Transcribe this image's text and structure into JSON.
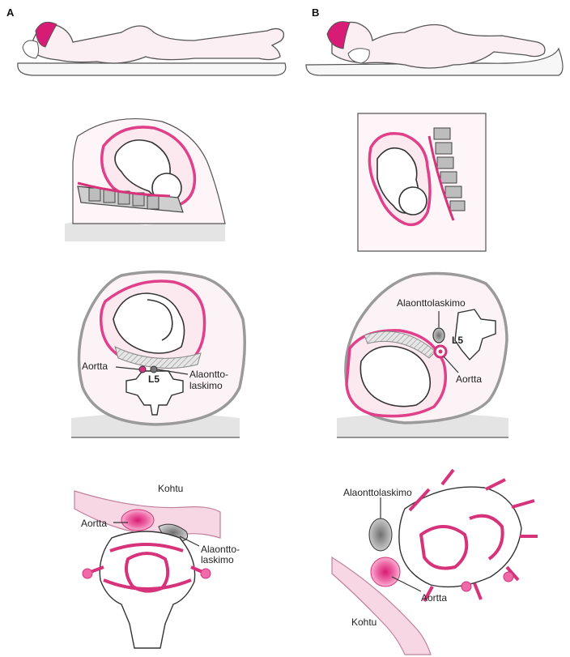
{
  "panels": {
    "a": "A",
    "b": "B"
  },
  "labels": {
    "aortta_a": "Aortta",
    "alaontto_a_1": "Alaontto-",
    "alaontto_a_2": "laskimo",
    "l5_a": "L5",
    "alaontto_b": "Alaonttolaskimo",
    "l5_b": "L5",
    "aortta_b": "Aortta",
    "kohtu_a": "Kohtu",
    "aortta_a2": "Aortta",
    "alaontto_a2_1": "Alaontto-",
    "alaontto_a2_2": "laskimo",
    "alaontto_b2": "Alaonttolaskimo",
    "aortta_b2": "Aortta",
    "kohtu_b": "Kohtu"
  },
  "colors": {
    "accent": "#e0408a",
    "aorta": "#e0408a",
    "vein": "#8a8a8a",
    "body_outline": "#9a9a9a"
  }
}
